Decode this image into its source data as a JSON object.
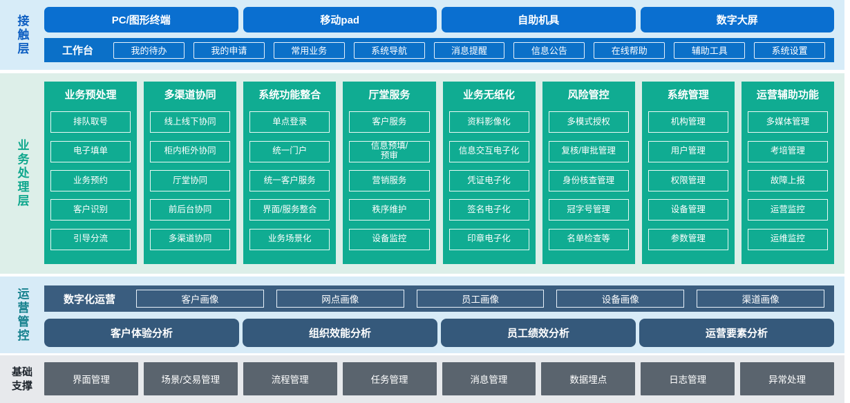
{
  "colors": {
    "contact_band_bg": "#d7ecf8",
    "business_band_bg": "#ddefe9",
    "ops_band_bg": "#d7ebf7",
    "foundation_band_bg": "#e7e9ec",
    "blue_button": "#0a6fd0",
    "green_column": "#10ac92",
    "slate_button": "#35597b",
    "gray_button": "#5a646e"
  },
  "contact_layer": {
    "label": "接触层",
    "terminals": [
      "PC/图形终端",
      "移动pad",
      "自助机具",
      "数字大屏"
    ],
    "workbench_label": "工作台",
    "workbench_items": [
      "我的待办",
      "我的申请",
      "常用业务",
      "系统导航",
      "消息提醒",
      "信息公告",
      "在线帮助",
      "辅助工具",
      "系统设置"
    ]
  },
  "business_layer": {
    "label": "业务处理层",
    "columns": [
      {
        "title": "业务预处理",
        "items": [
          "排队取号",
          "电子填单",
          "业务预约",
          "客户识别",
          "引导分流"
        ]
      },
      {
        "title": "多渠道协同",
        "items": [
          "线上线下协同",
          "柜内柜外协同",
          "厅堂协同",
          "前后台协同",
          "多渠道协同"
        ]
      },
      {
        "title": "系统功能整合",
        "items": [
          "单点登录",
          "统一门户",
          "统一客户服务",
          "界面/服务整合",
          "业务场景化"
        ]
      },
      {
        "title": "厅堂服务",
        "items": [
          "客户服务",
          "信息预填/\n预审",
          "营销服务",
          "秩序维护",
          "设备监控"
        ]
      },
      {
        "title": "业务无纸化",
        "items": [
          "资料影像化",
          "信息交互电子化",
          "凭证电子化",
          "签名电子化",
          "印章电子化"
        ]
      },
      {
        "title": "风险管控",
        "items": [
          "多模式授权",
          "复核/审批管理",
          "身份核查管理",
          "冠字号管理",
          "名单检查等"
        ]
      },
      {
        "title": "系统管理",
        "items": [
          "机构管理",
          "用户管理",
          "权限管理",
          "设备管理",
          "参数管理"
        ]
      },
      {
        "title": "运营辅助功能",
        "items": [
          "多媒体管理",
          "考培管理",
          "故障上报",
          "运营监控",
          "运维监控"
        ]
      }
    ]
  },
  "operations_layer": {
    "label": "运营管控",
    "digital_label": "数字化运营",
    "profiles": [
      "客户画像",
      "网点画像",
      "员工画像",
      "设备画像",
      "渠道画像"
    ],
    "analysis": [
      "客户体验分析",
      "组织效能分析",
      "员工绩效分析",
      "运营要素分析"
    ]
  },
  "foundation_layer": {
    "label": "基础\n支撑",
    "items": [
      "界面管理",
      "场景/交易管理",
      "流程管理",
      "任务管理",
      "消息管理",
      "数据埋点",
      "日志管理",
      "异常处理"
    ]
  }
}
